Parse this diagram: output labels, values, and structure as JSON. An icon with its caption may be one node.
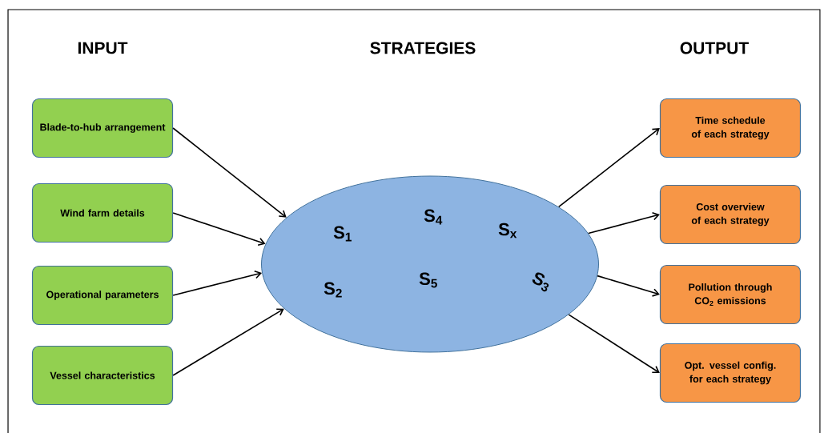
{
  "diagram": {
    "nodes": [
      {
        "text": [
          "Blade-to-hub arrangement"
        ]
      },
      {
        "text": [
          "Wind farm details"
        ]
      },
      {
        "text": [
          "Operational parameters"
        ]
      },
      {
        "text": [
          "Vessel characteristics"
        ]
      },
      {
        "text": [
          "S$_{1}$",
          "S$_{4}$",
          "S$_{x}$",
          "S$_{2}$",
          "S$_{5}$",
          "S$_{3}$"
        ]
      },
      {
        "text": [
          "Time schedule of each strategy"
        ]
      },
      {
        "text": [
          "Cost overview of each strategy"
        ]
      },
      {
        "text": [
          "Pollution through CO$_{2}$ emissions"
        ]
      },
      {
        "text": [
          "Opt. vessel config. for each strategy"
        ]
      }
    ],
    "edges": [
      {
        "from": 0,
        "to": 4,
        "arrow": "to"
      },
      {
        "from": 1,
        "to": 4,
        "arrow": "to"
      },
      {
        "from": 2,
        "to": 4,
        "arrow": "to"
      },
      {
        "from": 3,
        "to": 4,
        "arrow": "to"
      },
      {
        "from": 4,
        "to": 5,
        "arrow": "to"
      },
      {
        "from": 4,
        "to": 6,
        "arrow": "to"
      },
      {
        "from": 4,
        "to": 7,
        "arrow": "to"
      },
      {
        "from": 4,
        "to": 8,
        "arrow": "to"
      }
    ],
    "labels": [
      "INPUT",
      "STRATEGIES",
      "OUTPUT"
    ]
  }
}
